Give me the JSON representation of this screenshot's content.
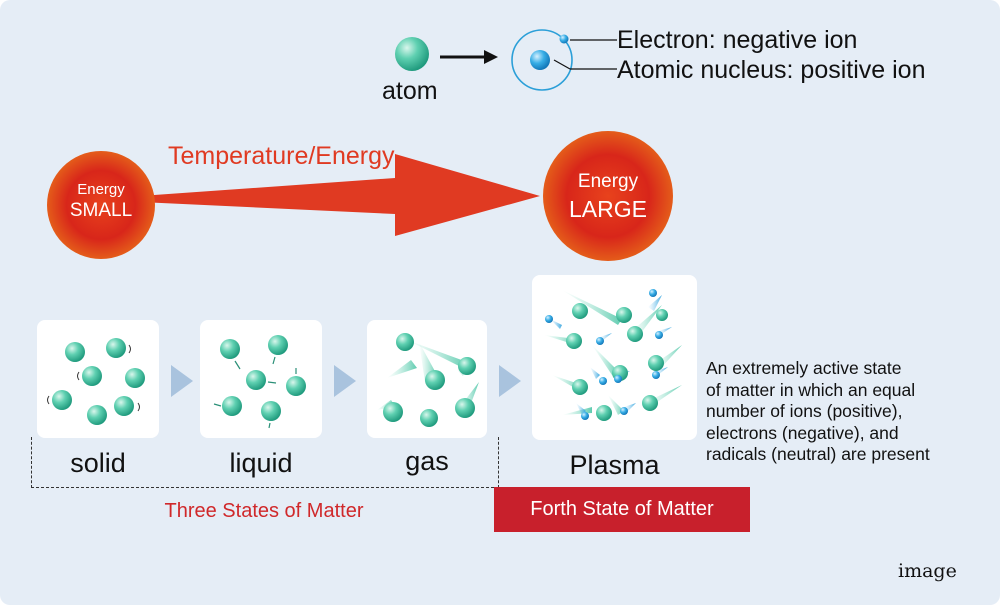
{
  "atom_diagram": {
    "atom_label": "atom",
    "electron_label": "Electron: negative ion",
    "nucleus_label": "Atomic nucleus: positive ion"
  },
  "energy": {
    "arrow_label": "Temperature/Energy",
    "small": {
      "line1": "Energy",
      "line2": "SMALL"
    },
    "large": {
      "line1": "Energy",
      "line2": "LARGE"
    }
  },
  "states": {
    "solid": "solid",
    "liquid": "liquid",
    "gas": "gas",
    "plasma": "Plasma"
  },
  "group_labels": {
    "three_states": "Three States of Matter",
    "fourth_state": "Forth State of Matter"
  },
  "plasma_description": [
    "An extremely active state",
    "of matter in which an equal",
    "number of ions (positive),",
    "electrons (negative), and",
    "radicals (neutral) are present"
  ],
  "watermark": "image",
  "colors": {
    "background": "#e5edf6",
    "particle": "#3fbf9f",
    "electron": "#1e9fd8",
    "arrow_red": "#e03a22",
    "label_red": "#d0282a",
    "connector_blue": "#a9c3de"
  }
}
